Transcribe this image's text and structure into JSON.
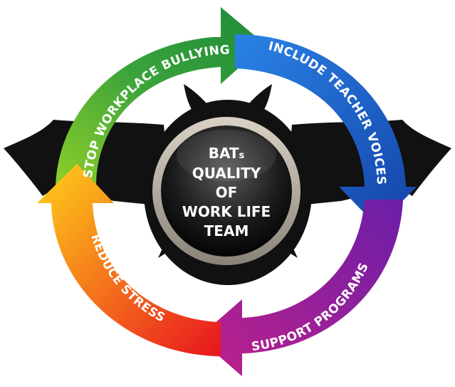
{
  "diagram": {
    "center": {
      "org": "BAT",
      "org_suffix": "s",
      "line2": "QUALITY",
      "line3": "OF",
      "line4": "WORK LIFE",
      "line5": "TEAM"
    },
    "arrows": [
      {
        "id": "stop-bullying",
        "label": "STOP WORKPLACE BULLYING",
        "color": "#4caf2a"
      },
      {
        "id": "teacher-voices",
        "label": "INCLUDE TEACHER VOICES",
        "color": "#1f5fd0"
      },
      {
        "id": "support-programs",
        "label": "SUPPORT PROGRAMS",
        "color": "#a0249a"
      },
      {
        "id": "reduce-stress",
        "label": "REDUCE STRESS",
        "color": "#ea2a1f"
      }
    ],
    "bat_color": "#111111"
  }
}
